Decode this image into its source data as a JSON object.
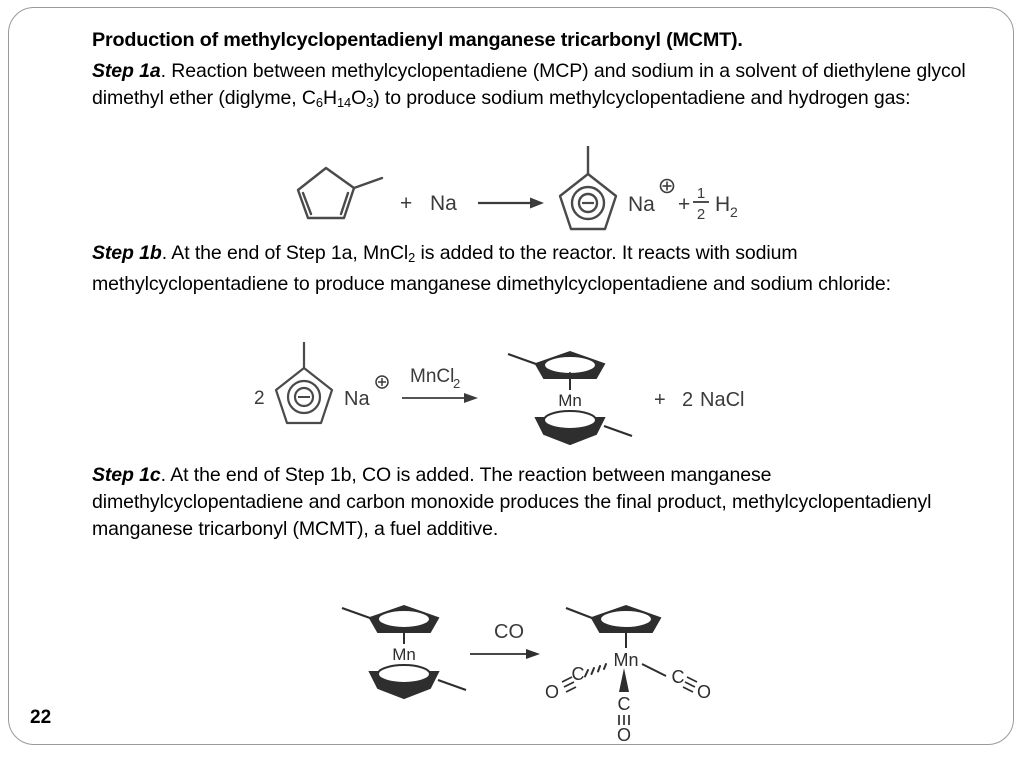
{
  "slide": {
    "page_number": "22",
    "border_color": "#9a9a9a",
    "background": "#ffffff",
    "ink_color": "#000000",
    "structure_color": "#4a4a4a"
  },
  "title": "Production of methylcyclopentadienyl manganese tricarbonyl (MCMT).",
  "paragraphs": {
    "step_1a": {
      "label": "Step 1a",
      "text_part_1": ". Reaction between methylcyclopentadiene (MCP) and sodium in a solvent of diethylene glycol dimethyl ether (diglyme, C",
      "sub_1": "6",
      "text_part_2": "H",
      "sub_2": "14",
      "text_part_3": "O",
      "sub_3": "3",
      "text_part_4": ") to produce sodium methylcyclopentadiene and hydrogen gas:"
    },
    "step_1b": {
      "label": "Step 1b",
      "text_part_1": ". At the end of Step 1a, MnCl",
      "sub_1": "2",
      "text_part_2": " is added to the reactor. It reacts with sodium methylcyclopentadiene to produce manganese dimethylcyclopentadiene and sodium chloride:"
    },
    "step_1c": {
      "label": "Step 1c",
      "text_part_1": ". At the end of Step 1b, CO is added. The reaction between manganese dimethylcyclopentadiene and carbon monoxide produces the final product, methylcyclopentadienyl manganese tricarbonyl (MCMT), a fuel additive."
    }
  },
  "schemes": {
    "reaction_1a": {
      "name": "methylcyclopentadiene-sodium-reaction",
      "reactant_1": "methylcyclopentadiene ring",
      "plus_1": "+",
      "reactant_2": "Na",
      "arrow": "→",
      "product_ring": "methylcyclopentadienide anion ring",
      "anion_charge": "⊖",
      "counter_ion": "Na",
      "cation_charge": "⊕",
      "plus_2": "+",
      "fraction_numerator": "1",
      "fraction_denominator": "2",
      "product_2": "H",
      "product_2_sub": "2"
    },
    "reaction_1b": {
      "name": "manganocene-formation",
      "coefficient": "2",
      "reactant_ring": "methylcyclopentadienide anion ring",
      "anion_charge": "⊖",
      "counter_ion": "Na",
      "cation_charge": "⊕",
      "arrow_label": "MnCl",
      "arrow_label_sub": "2",
      "product_metal": "Mn",
      "plus": "+",
      "byproduct_coefficient": "2",
      "byproduct": "NaCl"
    },
    "reaction_1c": {
      "name": "mcmt-formation",
      "reactant_metal": "Mn",
      "arrow_label": "CO",
      "product_metal": "Mn",
      "ligand_left_c": "C",
      "ligand_left_o": "O",
      "ligand_right_c": "C",
      "ligand_right_o": "O",
      "ligand_down_c": "C",
      "ligand_down_o": "O"
    }
  }
}
